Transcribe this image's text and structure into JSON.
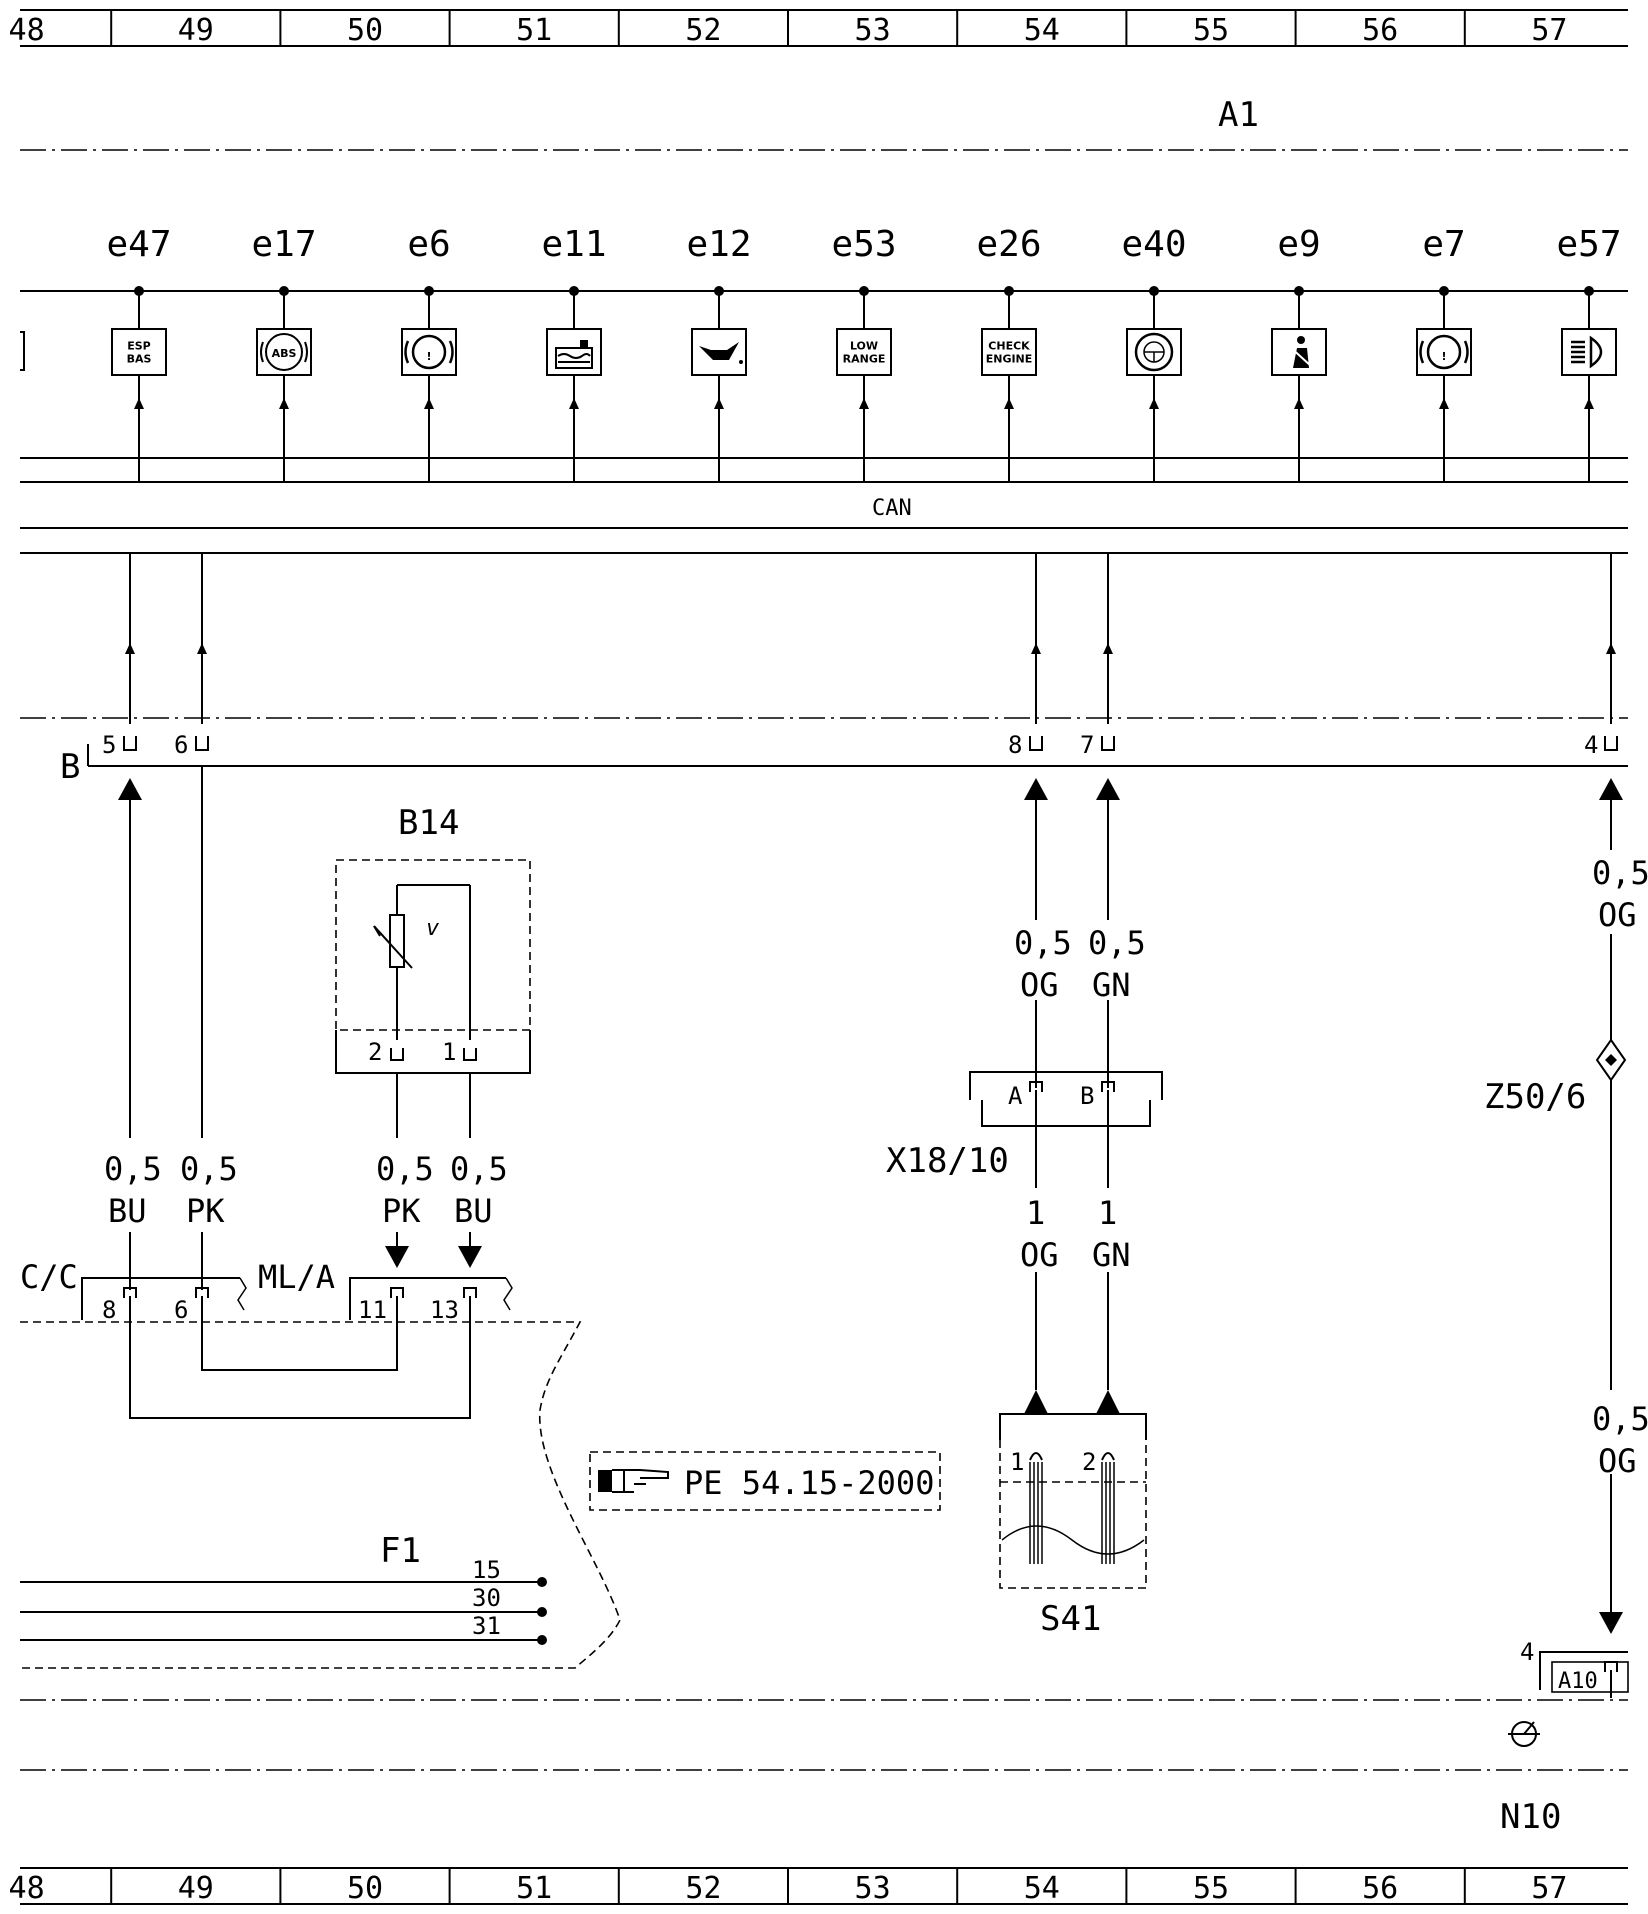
{
  "grid_numbers": [
    "48",
    "49",
    "50",
    "51",
    "52",
    "53",
    "54",
    "55",
    "56",
    "57"
  ],
  "labels": {
    "a1": "A1",
    "can": "CAN",
    "b": "B",
    "b14": "B14",
    "cc": "C/C",
    "mla": "ML/A",
    "x18": "X18/10",
    "z50": "Z50/6",
    "s41": "S41",
    "f1": "F1",
    "a10": "A10",
    "n10": "N10",
    "pe_ref": "PE 54.15-2000",
    "v": "v"
  },
  "indicators": [
    {
      "code": "e47",
      "icon": "esp-bas-icon",
      "text": [
        "ESP",
        "BAS"
      ]
    },
    {
      "code": "e17",
      "icon": "abs-icon",
      "text": [
        "ABS"
      ]
    },
    {
      "code": "e6",
      "icon": "brake-warning-icon",
      "text": [
        "!"
      ]
    },
    {
      "code": "e11",
      "icon": "coolant-level-icon",
      "text": []
    },
    {
      "code": "e12",
      "icon": "oil-pressure-icon",
      "text": []
    },
    {
      "code": "e53",
      "icon": "low-range-icon",
      "text": [
        "LOW",
        "RANGE"
      ]
    },
    {
      "code": "e26",
      "icon": "check-engine-icon",
      "text": [
        "CHECK",
        "ENGINE"
      ]
    },
    {
      "code": "e40",
      "icon": "steering-wheel-icon",
      "text": []
    },
    {
      "code": "e9",
      "icon": "seatbelt-icon",
      "text": []
    },
    {
      "code": "e7",
      "icon": "parking-brake-icon",
      "text": [
        "!"
      ]
    },
    {
      "code": "e57",
      "icon": "high-beam-icon",
      "text": []
    }
  ],
  "pins": {
    "b5": "5",
    "b6": "6",
    "b8": "8",
    "b7": "7",
    "b4": "4",
    "b14_2": "2",
    "b14_1": "1",
    "xa": "A",
    "xb": "B",
    "cc8": "8",
    "cc6": "6",
    "ml11": "11",
    "ml13": "13",
    "s41_1": "1",
    "s41_2": "2",
    "a10_4": "4"
  },
  "wires": {
    "bu_left": [
      "0,5",
      "BU"
    ],
    "pk_left": [
      "0,5",
      "PK"
    ],
    "pk_b14": [
      "0,5",
      "PK"
    ],
    "bu_b14": [
      "0,5",
      "BU"
    ],
    "og_upper": [
      "0,5",
      "OG"
    ],
    "gn_upper": [
      "0,5",
      "GN"
    ],
    "og_lower": [
      "1",
      "OG"
    ],
    "gn_lower": [
      "1",
      "GN"
    ],
    "r_upper": [
      "0,5",
      "OG"
    ],
    "r_lower": [
      "0,5",
      "OG"
    ]
  },
  "f1_terminals": [
    "15",
    "30",
    "31"
  ]
}
